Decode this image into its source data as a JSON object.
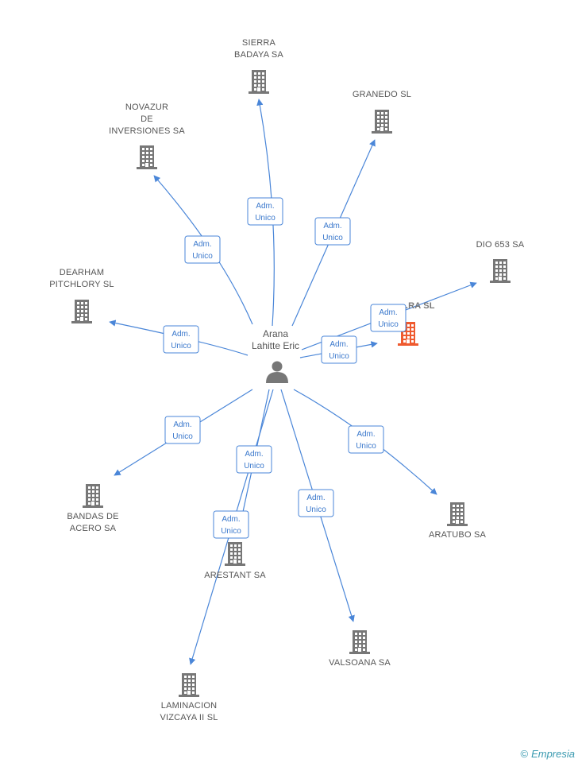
{
  "center": {
    "name_lines": [
      "Arana",
      "Lahitte Eric"
    ],
    "icon": "person-icon"
  },
  "badge_lines": [
    "Adm.",
    "Unico"
  ],
  "colors": {
    "edge": "#4a86d8",
    "building": "#777777",
    "highlight": "#ef5a2f",
    "badge_text": "#3a78cc"
  },
  "companies": [
    {
      "id": "sierra-badaya",
      "label_lines": [
        "SIERRA",
        "BADAYA SA"
      ],
      "highlight": false
    },
    {
      "id": "granedo",
      "label_lines": [
        "GRANEDO SL"
      ],
      "highlight": false
    },
    {
      "id": "novazur",
      "label_lines": [
        "NOVAZUR",
        "DE",
        "INVERSIONES SA"
      ],
      "highlight": false
    },
    {
      "id": "dio653",
      "label_lines": [
        "DIO 653 SA"
      ],
      "highlight": false
    },
    {
      "id": "dearham",
      "label_lines": [
        "DEARHAM",
        "PITCHLORY SL"
      ],
      "highlight": false
    },
    {
      "id": "highlighted",
      "label_lines": [
        "...RA SL"
      ],
      "highlight": true
    },
    {
      "id": "bandas",
      "label_lines": [
        "BANDAS DE",
        "ACERO SA"
      ],
      "highlight": false
    },
    {
      "id": "arestant",
      "label_lines": [
        "ARESTANT SA"
      ],
      "highlight": false
    },
    {
      "id": "aratubo",
      "label_lines": [
        "ARATUBO SA"
      ],
      "highlight": false
    },
    {
      "id": "valsoana",
      "label_lines": [
        "VALSOANA SA"
      ],
      "highlight": false
    },
    {
      "id": "laminacion",
      "label_lines": [
        "LAMINACION",
        "VIZCAYA II SL"
      ],
      "highlight": false
    }
  ],
  "watermark": {
    "copyright": "©",
    "brand": "Empresia"
  }
}
